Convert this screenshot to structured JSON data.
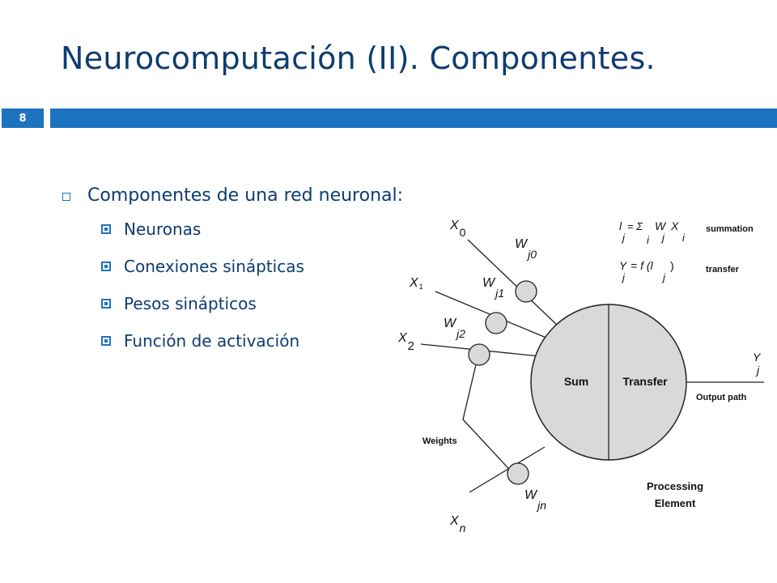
{
  "header": {
    "title": "Neurocomputación (II). Componentes.",
    "page_number": "8"
  },
  "content": {
    "main_bullet": "Componentes de una red neuronal:",
    "sub_bullets": [
      "Neuronas",
      "Conexiones sinápticas",
      "Pesos sinápticos",
      "Función de activación"
    ]
  },
  "diagram": {
    "labels": {
      "sum": "Sum",
      "transfer": "Transfer",
      "output_path": "Output path",
      "weights": "Weights",
      "processing": "Processing",
      "element": "Element",
      "summation": "summation",
      "transfer_lower": "transfer"
    },
    "inputs": {
      "x0": {
        "letter": "X",
        "sub": "0"
      },
      "x1": {
        "letter": "X",
        "sub": "1"
      },
      "x2": {
        "letter": "X",
        "sub": "2"
      },
      "xn": {
        "letter": "X",
        "sub": "n"
      }
    },
    "weights": {
      "wj0": {
        "letter": "W",
        "sub": "j0"
      },
      "wj1": {
        "letter": "W",
        "sub": "j1"
      },
      "wj2": {
        "letter": "W",
        "sub": "j2"
      },
      "wjn": {
        "letter": "W",
        "sub": "jn"
      }
    },
    "output": {
      "letter": "Y",
      "sub": "j"
    },
    "formulas": {
      "summation": {
        "lhs": "l",
        "lhs_sub": "j",
        "equals_sum": "= Σ",
        "sum_index": "i",
        "w": "W",
        "w_sub": "j",
        "x": "X",
        "x_sub": "i"
      },
      "transfer": {
        "lhs": "Y",
        "lhs_sub": "j",
        "rhs": "= f (l",
        "rhs_sub": "j",
        "close": ")"
      }
    },
    "colors": {
      "fill": "#d9d9d9",
      "stroke": "#222222"
    }
  }
}
